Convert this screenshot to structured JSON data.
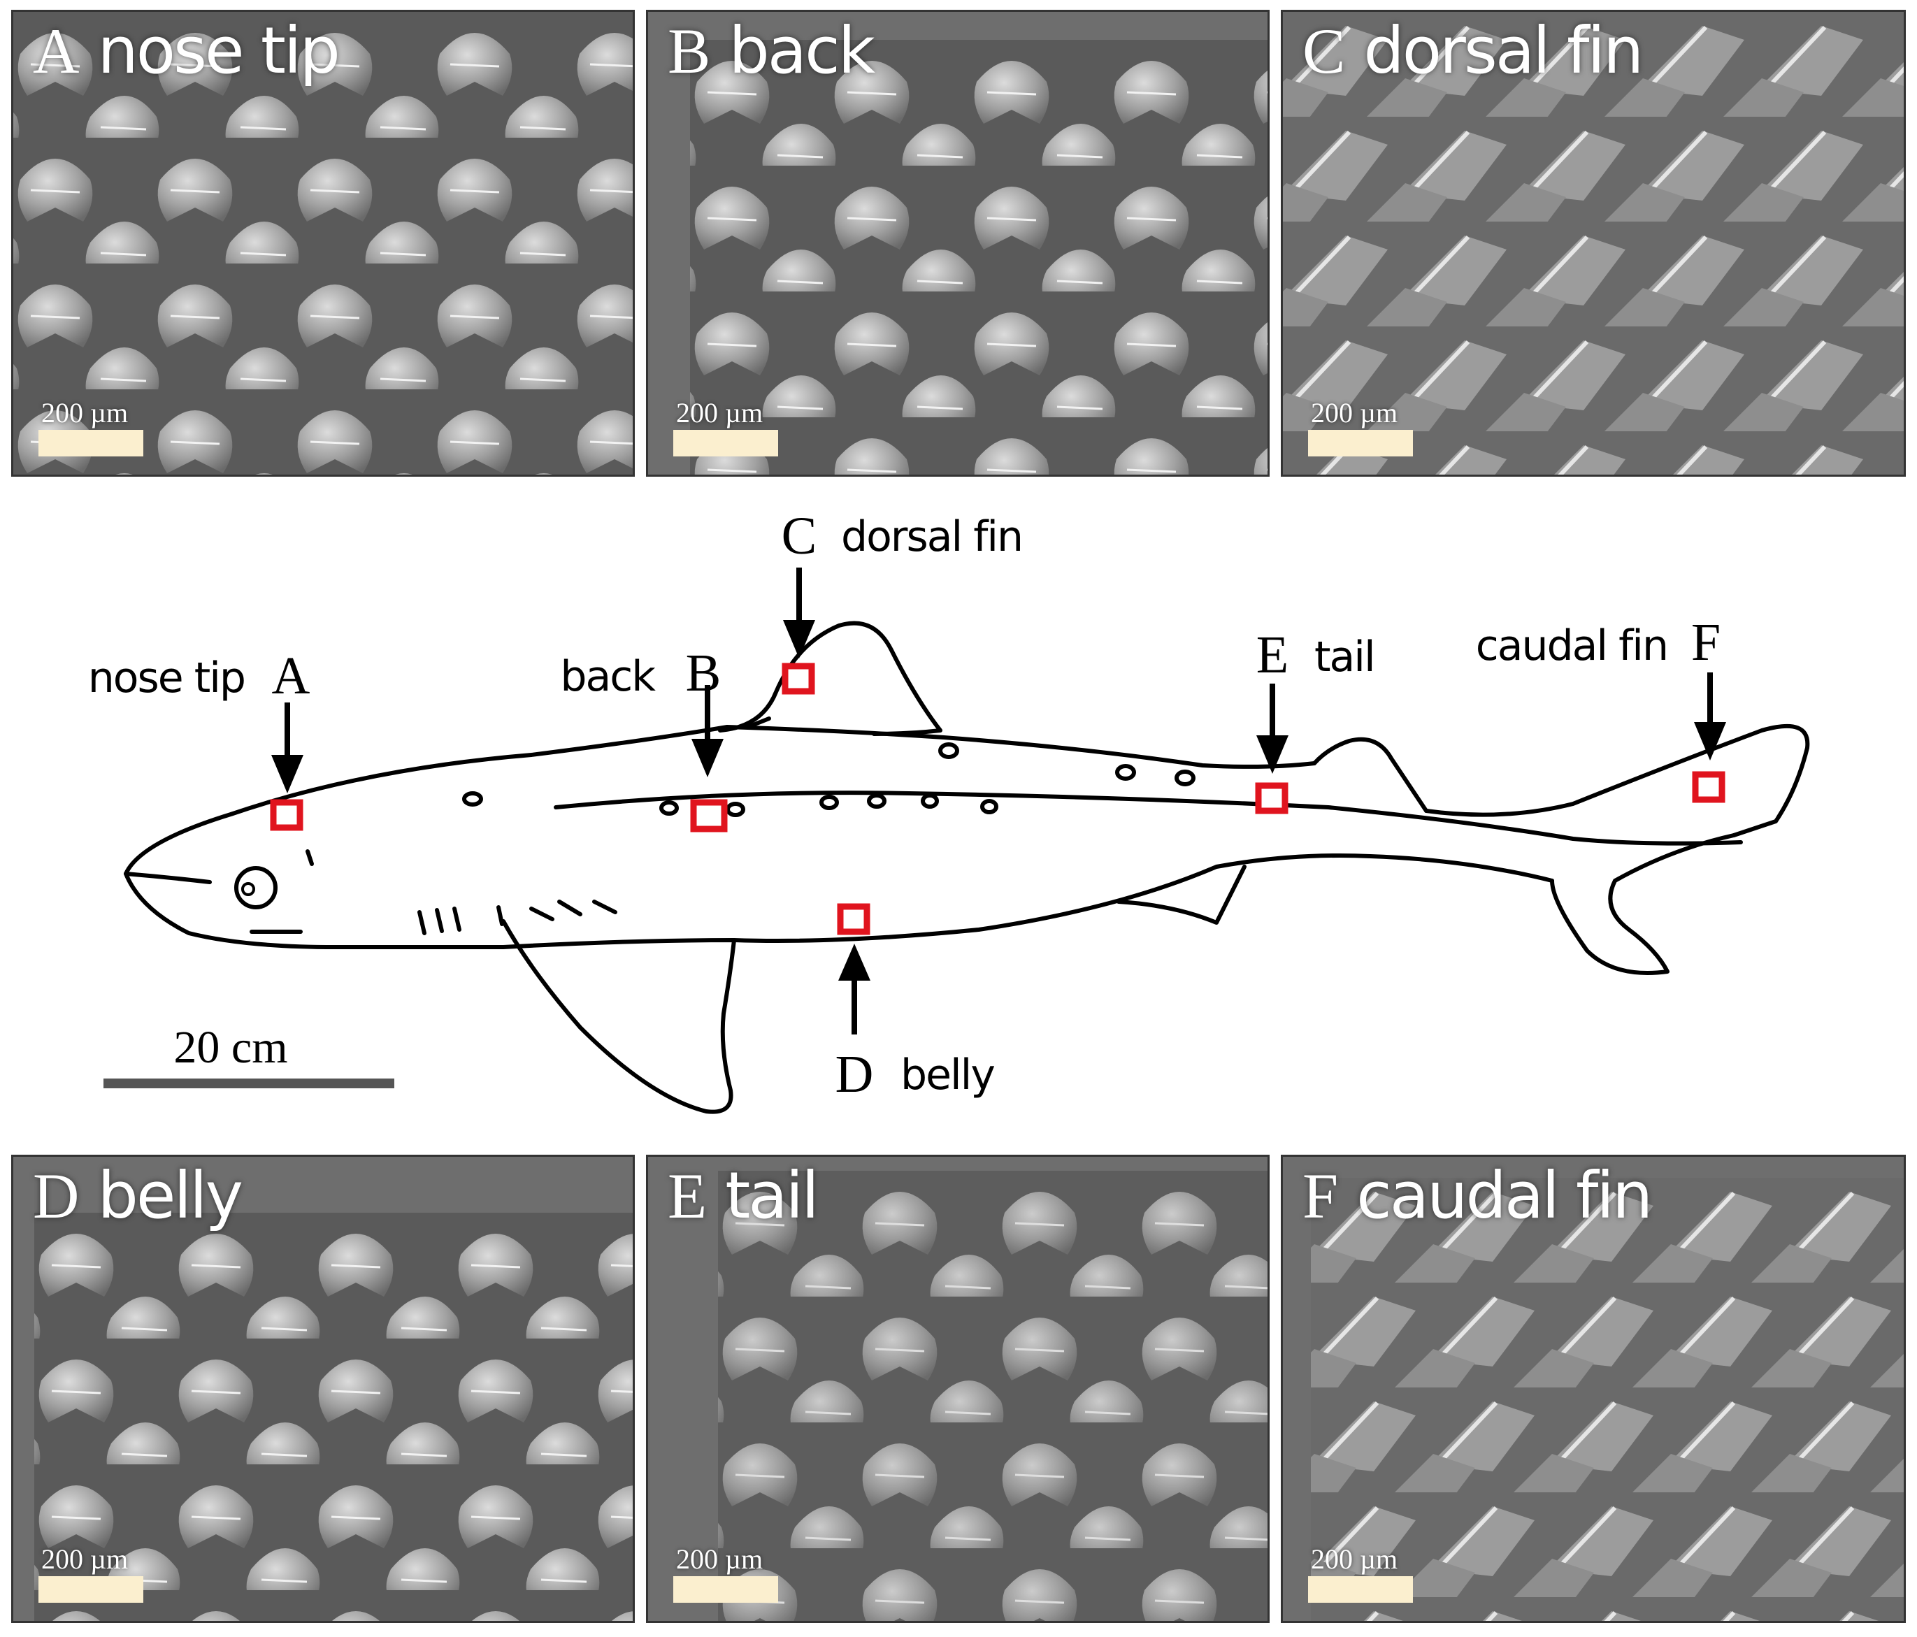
{
  "panels": [
    {
      "letter": "A",
      "name": "nose tip",
      "scale": "200 µm"
    },
    {
      "letter": "B",
      "name": "back",
      "scale": "200 µm"
    },
    {
      "letter": "C",
      "name": "dorsal fin",
      "scale": "200 µm"
    },
    {
      "letter": "D",
      "name": "belly",
      "scale": "200 µm"
    },
    {
      "letter": "E",
      "name": "tail",
      "scale": "200 µm"
    },
    {
      "letter": "F",
      "name": "caudal fin",
      "scale": "200 µm"
    }
  ],
  "diagram": {
    "labels": [
      {
        "letter": "A",
        "name": "nose tip"
      },
      {
        "letter": "B",
        "name": "back"
      },
      {
        "letter": "C",
        "name": "dorsal fin"
      },
      {
        "letter": "D",
        "name": "belly"
      },
      {
        "letter": "E",
        "name": "tail"
      },
      {
        "letter": "F",
        "name": "caudal fin"
      }
    ],
    "scale": "20 cm"
  },
  "colors": {
    "marker": "#e0141e",
    "scale_bar": "#fbefcf",
    "sem_gray": "#6e6e6e"
  }
}
